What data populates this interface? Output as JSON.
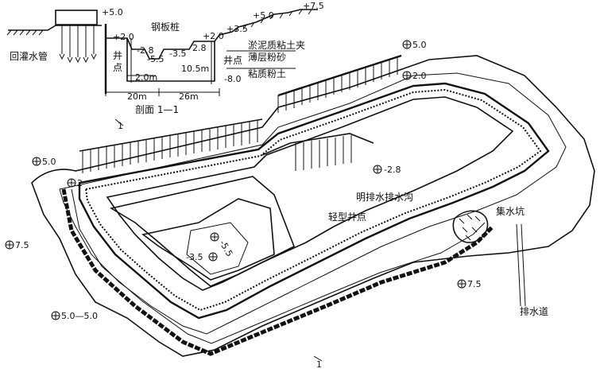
{
  "section": {
    "elev_top_left": "+5.0",
    "elev_top_right_a": "+5.0",
    "elev_top_right_b": "+7.5",
    "elev_plus35": "+3.5",
    "elev_plus20_left": "+2.0",
    "elev_plus20_right": "+2.0",
    "elev_minus28_a": "-2.8",
    "elev_minus35": "-3.5",
    "elev_minus28_b": "2.8",
    "elev_minus55": "-5.5",
    "elev_minus80": "-8.0",
    "label_sheet_pile": "钢板桩",
    "label_recharge_pipe": "回灌水管",
    "label_wellpoint_left": "井",
    "label_wellpoint_left2": "点",
    "label_wellpoint_right": "井点",
    "label_silt_clay_1": "淤泥质粘土夹",
    "label_silt_clay_2": "薄层粉砂",
    "label_silty_clay": "粘质粉土",
    "dim_2m": "2.0m",
    "dim_105m": "10.5m",
    "dim_20m": "20m",
    "dim_26m": "26m",
    "title": "剖面 1—1"
  },
  "plan": {
    "elev_plus50_right": "5.0",
    "elev_plus20_right": "2.0",
    "elev_plus50_left": "5.0",
    "elev_plus20_left": "2",
    "elev_plus75_left": "7.5",
    "elev_minus28_pit": "-2.8",
    "elev_minus35_pit": "-3.5",
    "elev_minus55_pit": "-5.5",
    "elev_plus75_bottom": "7.5",
    "elev_50_50": "5.0—5.0",
    "label_open_ditch": "明排水排水沟",
    "label_light_wellpoint": "轻型井点",
    "label_sump": "集水坑",
    "label_drain": "排水道",
    "section_mark_top": "1",
    "section_mark_bottom": "1"
  }
}
